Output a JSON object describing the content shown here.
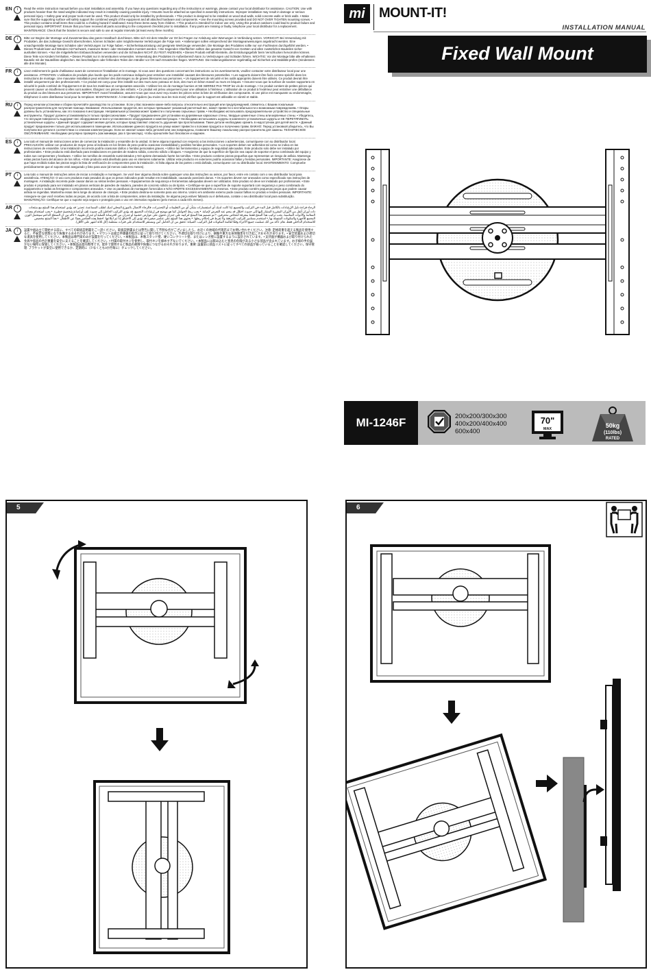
{
  "brand": {
    "logo": "mi",
    "name": "MOUNT-IT!",
    "tm": ""
  },
  "header": {
    "manual": "INSTALLATION MANUAL",
    "title": "Fixed Wall Mount"
  },
  "specs": {
    "model": "MI-1246F",
    "vesa_line1": "200x200/300x300",
    "vesa_line2": "400x200/400x400",
    "vesa_line3": "600x400",
    "tv_size": "70\"",
    "tv_max": "MAX",
    "weight_kg": "50kg",
    "weight_lbs": "(110lbs)",
    "weight_rated": "RATED"
  },
  "steps": [
    {
      "number": "5"
    },
    {
      "number": "6"
    }
  ],
  "warnings": [
    {
      "code": "EN",
      "rtl": false,
      "text": "Read the entire instruction manual before you start installation and assembly. If you have any questions regarding any of the instructions or warnings, please contact your local distributor for assistance. CAUTION: Use with products heavier than the rated weights indicated may result in instability causing possible injury. • Mounts must be attached as specified in assembly instructions. Improper installation may result in damage or serious personal injury. • Safety gear and proper tools must be used. This product should only be installed by professionals. • This product is designed to be installed on wood stud walls, solid concrete walls or brick walls. • Make sure that the supporting surface will safely support the combined weight of the equipment and all attached hardware and components. • Use the mounting screws provided and DO NOT OVER TIGHTEN mounting screws. • This product contains small items that could be a choking hazard if swallowed. Keep these items away from children. • This product is intended for indoor use only. Using this product outdoors could lead to product failure and personal injury. IMPORTANT: Ensure that you have received all parts according to the component checklist prior to installation. If any parts are missing or faulty, telephone your local distributor for a replacement. MAINTENANCE: Check that the bracket is secure and safe to use at regular intervals (at least every three months)."
    },
    {
      "code": "DE",
      "rtl": false,
      "text": "Bitte vor Beginn der Montage und Zusammenbau das ganze Handbuch durchlesen. Bitte sich mit dem Händler vor Ort bei Fragen zur Anleitung oder Warnungen in Verbindung setzen. VORSICHT: Bei Verwendung mit Produkten, die das zulässige Gewicht überschreiten, können Schäden oder möglicherweise Verletzungen die Folge sein. • Halterungen sollen entsprechend der Montageanweisungen angebracht werden. Eine unsachgemäße Montage kann Schäden oder Verletzungen zur Folge haben. • Sicherheitsausrüstung und geeignete Werkzeuge verwenden. Die Montage des Produktes sollte nur von Fachleuten durchgeführt werden. • Dieses Produkt kann auf Wänden mit Fachwerk, massiven Beton- oder Steinwänden montiert werden. • Die tragenden Oberflächen sollten das gesamte Gewicht von Geräten und allen zusätzlichen Bauteilen sicher aushalten können. • Nur die mitgelieferten Einbauschrauben verwenden und die Schrauben NICHT ZU FEST ANZIEHEN. • Dieses Produkt enthält Kleinteile, die Erstickungsgefahr beim Verschlucken hervorrufen können. Diese Teile von Kindern fernhalten. • Dieses Produkt nur in Innenräumen verwenden. Verwendung des Produktes im Außenbereich kann zu Verletzungen und Schäden führen. WICHTIG: Vor der Montage bitte alle erhaltenen Bauteile mit der Bauteilliste abgleichen. Bei beschädigten oder fehlenden Teilen den Händler vor Ort nach Ersatzteilen fragen. WARTUNG: Die Halterungsklammer regelmäßig auf Sicherheit und Stabilität prüfen (mindestens alle drei Monate)."
    },
    {
      "code": "FR",
      "rtl": false,
      "text": "Lisez entièrement le guide d'utilisateur avant de commencer l'installation et le montage. Si vous avez des questions concernant les instructions ou les avertissements, veuillez contacter votre distributeur local pour une assistance. ATTENTION: L'utilisation de produits plus lourds que les poids nominaux indiqués peut entraîner une instabilité causant des blessures potentielles. • Les supports doivent être fixés comme spécifié dans les instructions de montage. Une mauvaise installation peut entraîner des dommages ou de graves blessures aux personnes. • Un équipement de sécurité et les outils appropriés doivent être utilisés. Ce produit devrait être installé uniquement par des professionnels. • Ce produit est conçu pour être installé sur des murs avec poteaux en bois, des murs en béton massif ou murs en briques. • Assurez-vous que la surface de soutien supportera en sécurité le poids combiné de l'équipement et de tous les matériaux et composantes associés. • Utilisez les vis de montage fournies et NE SERREZ PAS TROP les vis de montage. • Ce produit contient de petites pièces qui peuvent causer un étouffement si elles sont avalées. Éloignez ces pièces des enfants. • Ce produit est prévu uniquement pour une utilisation à l'intérieur. L'utilisation de ce produit à l'extérieur peut entraîner une défaillance du produit ou des blessures aux personnes. IMPORTANT: Avant l'installation, assurez-vous que vous avez reçu toutes les pièces selon la liste de vérification des composants. Si une pièce est manquante ou endommagée, téléphonez à votre distributeur local pour la remplacer. MAINTENANCE: À intervalles réguliers (au moins tous les trois mois) vérifiez que le support est utilisable en sûreté et stable."
    },
    {
      "code": "RU",
      "rtl": false,
      "text": "Перед началом установки и сборки прочитайте руководство по установке. Если у Вас возникли какие-либо вопросы относительно инструкций или предупреждений, свяжитесь с Вашим локальным распространителем для получения помощи. Внимание: Использование продуктов, вес которых превышает указанный расчетный вес, может привести к нестабильности и возможным повреждениям. • Опоры должны быть установлены, как это показано в инструкции. Неправильная установка может привести к получению серьезных травм. • Необходимо использовать предохранительное устройство и специальные инструменты. Продукт должен устанавливаться только профессионалами. • Продукт предназначен для установки на деревянные каркасные стены, твердые цементные стены или кирпичные стены. • Убедитесь, что несущая поверхность выдержит вес оборудования и всего установленного оборудования и комплектующих. • Необходимо использовать шурупы в комплекте установочные шурупы и НЕ ПЕРЕТЯГИВАТЬ установочные шурупы. • Данный продукт содержит мелкие детали, которые представляют опасность удушения при проглатывании. Такие детали необходимо хранить в недоступном для детей месте. • Данный продукт предназначен только для использования в помещении. Использование данного продукта на улице может привести к поломке продукта и получению травм. ВАЖНО: Перед установкой убедитесь, что Вы получили все детали в соответствии со списком комплектующих. Если не хватает каких-либо деталей или они повреждены, позвоните Вашему локальному распространителю для замены. ТЕХНИЧЕСКОЕ ОБСЛУЖИВАНИЕ: Необходимо регулярно проверять (как минимум, раз в три месяца), чтобы кронштейн был безопасен и надежен."
    },
    {
      "code": "ES",
      "rtl": false,
      "text": "Lea todo el manual de instrucciones antes de comenzar la instalación y ensamble de la unidad. Si tiene alguna inquietud con respecto a las instrucciones o advertencias, comuníquese con su distribuidor local. PRECAUCIÓN: utilizar con productos de mayor peso al indicado en los límites de peso podría ocasionar inestabilidad y posibles heridas personales. • Los soportes deben ser adheridos tal como se indica en las instrucciones de ensamble. Una instalación incorrecta podría ocasionar daños o heridas personales graves. • Utilice las herramientas y equipo de seguridad adecuados. Este producto solo debe ser instalado por profesionales. • Este producto está diseñado para instalaciones en paredes de madera sólida, concreto sólido o bloques. • Asegúrese de que la superficie de fijación sea capaz de soportar el peso combinado del equipo y todos sus componentes y hardware. • Utilice los tornillos de ensamble suministrados y NO apriete demasiado fuerte los tornillos. • Este producto contiene piezas pequeñas que representan un riesgo de asfixia. Mantenga estas piezas fuera del alcance de los niños. • Este producto está diseñado para uso en interiores solamente. Utilizar este producto en exteriores podría ocasionar fallas y heridas personales. IMPORTANTE: Asegúrese de que haya recibido todas las piezas según la lista de verificación de componentes para la instalación. Si falta alguna de las partes o está dañada, comuníquese con su distribuidor local. MANTENIMIENTO: Compruebe periódicamente que el soporte esté asegurado y listo para usar (al menos cada tres meses)."
    },
    {
      "code": "PT",
      "rtl": false,
      "text": "Leia todo o manual de instruções antes de iniciar a instalação e montagem. Se você tiver alguma dúvida sobre quaisquer uma das instruções ou avisos, por favor, entre em contato com o seu distribuidor local para assistência. ATENÇÃO: O uso com produtos mais pesados do que os pesos indicados pode resultar em instabilidade, causando possíveis danos. • Os suportes devem ser anexados como especificado nas instruções de montagem. A instalação incorreta pode causar danos ou sérias lesões pessoais. • Equipamentos de segurança e ferramentas adequadas devem ser utilizados. Este produto só deve ser instalado por profissionais. • Este produto é projetado para ser instalado em planos verticais de paredes de madeira, paredes de concreto sólido ou de tijolos. • Certifique-se que a superfície de suporte suportará com segurança o peso combinado do equipamento e todas as ferragens e componentes anexados. • Use os parafusos de montagem fornecidos e NÃO APERTE EXCESSIVAMENTE os mesmos. • Este produto contém pequenas peças que podem causar asfixia se ingeridas. Mantenha essas itens longe do alcance de crianças. • Este produto destina-se somente para uso interno. Usá-lo em ambiente externo pode causar falhas no produto e lesões pessoais. IMPORTANTE: Assegure-se que você recebeu todas as peças, de acordo com a lista de componentes, antes da instalação. Se alguma peça estiver faltando ou é defeituosa, contate o seu distribuidor local para substituição. MANUTENÇÃO: Certifique-se que o suporte seja seguro e protegido para o uso em intervalos regulares (pelo menos a cada três meses)."
    },
    {
      "code": "AR",
      "rtl": true,
      "text": "الرجاء قراءة دليل الإرشادات بالكامل قبل البدء في التركيب والتجميع. إذا كانت لديك أي استفسارات بشأن أي من التعليمات أو التحذيرات، فالرجاء الاتصال بالموزع المحلي لديك لطلب المساعدة. تحذير: قد يؤدي استخدام هذا المنتج مع منتجات ذات أوزان أثقل من الأوزان المقررة المشار إليها إلى حدوث اختلال قد ينجم عنه التعرض لإصابة. • يجب ربط الحوامل كما هو موضح في إرشادات التجميع. قد يؤدي التركيب الخاطئ إلى حدوث تلف أو إصابة شخصية خطيرة. • يجب استخدام معدات السلامة والأدوات المناسبة. يجب تركيب هذا المنتج فقط بمعرفة أشخاص محترفين. • تم تصميم هذا المنتج لتركيبه على جدران تحتوي على عوارض خشبية أو جدران من الخرسانة الصلبة أو جدران طوبية. • تأكد من أن السطح الداعم سيتحمل الوزن المجمع للأجهزة والمكونات المتصلة بها. • استخدم مسامير التركيب المرفقة ولا تفرط في إحكام ربطها. • يحتوي هذا المنتج على عناصر صغيرة قد تؤدي إلى الاختناق إذا تم ابتلاعها. احفظ هذه العناصر بعيدًا عن الأطفال. • هذا المنتج مخصص للاستخدام الداخلي فقط. هام: تأكد من أنك تسلمت جميع الأجزاء وفقًا لقائمة المكونات قبل التركيب. الصيانة: تحقق من أن الحامل آمن ومستقر للاستخدام على فترات منتظمة (كل ثلاثة أشهر على الأقل)."
    },
    {
      "code": "JA",
      "rtl": false,
      "text": "設置や組み立て開始する前に、すべての取扱説明書をご一読ください。取扱説明書または警告に関して不明な点がございましたら、お近くの地域の代理店までお問い合わせください。注意: 定格荷重を超える製品を使用すると、不安定な状態になり負傷するおそれがあります。• マウントは組立手順書の指示に従って取り付けてください。不適切な取り付けにより、損傷や重大な身体傷害を引き起こすおそれがあります。• 安全装置および適切な道具を使用してください。本製品は専門家のみが設置を行ってください。• 本製品は、木製スタッド壁、硬いコンクリート壁、またはレンガ壁に設置するように設計されています。• 支持面が機器および取り付けられた金具や部品の合計重量を安全に支えることを確認してください。• 付属の取付ネジを使用し、取付ネジを締めすぎないでください。• 本製品には飲み込むと窒息の危険がある小さな部品が含まれています。お子様の手の届かない場所に保管してください。• 本製品は屋内専用です。屋外で使用すると製品の故障や負傷につながるおそれがあります。重要: 設置前に部品リストに従ってすべての部品が揃っていることを確認してください。保守管理: ブラケットが安全に使用できるか、定期的に（少なくとも3か月毎に）チェックしてください。"
    }
  ]
}
